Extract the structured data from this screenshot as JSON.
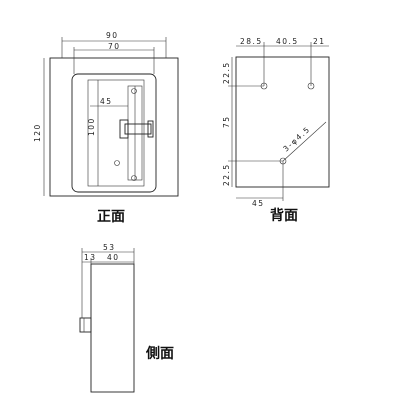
{
  "front": {
    "caption": "正面",
    "dim_total_width": "90",
    "dim_inner_width": "70",
    "dim_height": "120",
    "dim_inner_height": "100",
    "dim_offset": "45"
  },
  "back": {
    "caption": "背面",
    "dim_top_a": "28.5",
    "dim_top_b": "40.5",
    "dim_top_c": "21",
    "dim_left_top": "22.5",
    "dim_left_mid": "75",
    "dim_left_bottom": "22.5",
    "dim_bottom": "45",
    "dim_hole": "3-φ4.5"
  },
  "side": {
    "caption": "側面",
    "dim_total": "53",
    "dim_a": "13",
    "dim_b": "40"
  }
}
